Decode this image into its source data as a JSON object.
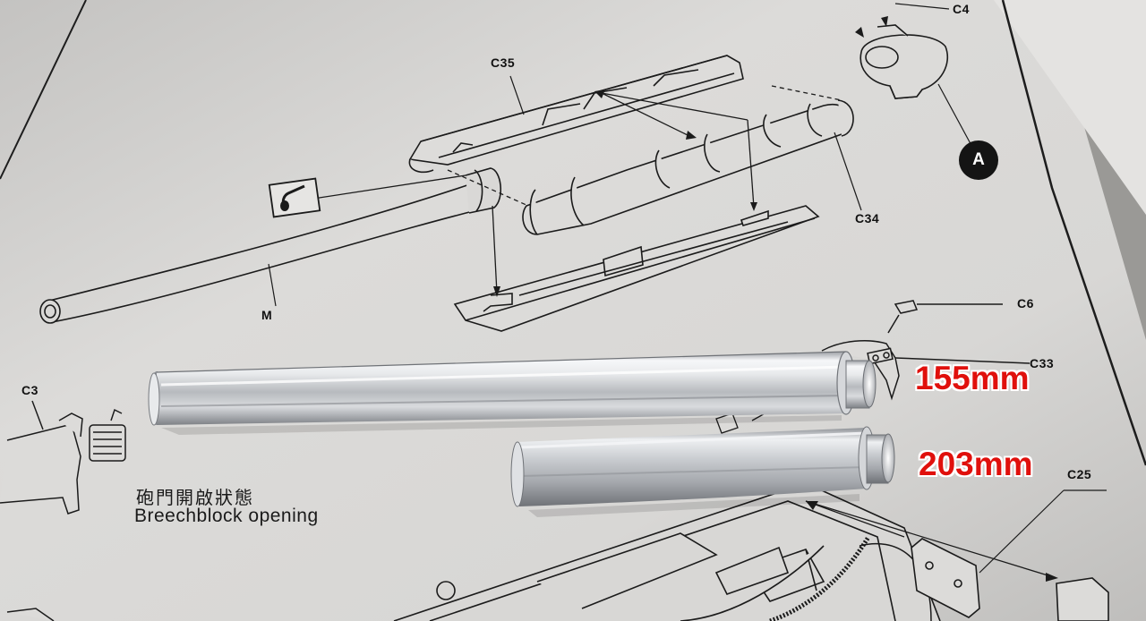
{
  "instruction_sheet": {
    "part_labels": {
      "c4": "C4",
      "c35": "C35",
      "c34": "C34",
      "m": "M",
      "c6": "C6",
      "c33": "C33",
      "c3": "C3",
      "c25": "C25"
    },
    "callout": "A",
    "caption_zh": "砲門開啟狀態",
    "caption_en": "Breechblock opening"
  },
  "barrels": {
    "long_label": "155mm",
    "short_label": "203mm"
  },
  "colors": {
    "paper": "#d6d5d3",
    "ink": "#1b1b1b",
    "metal_light": "#f2f3f5",
    "metal_dark": "#8e9196",
    "label_red": "#e0100c"
  }
}
